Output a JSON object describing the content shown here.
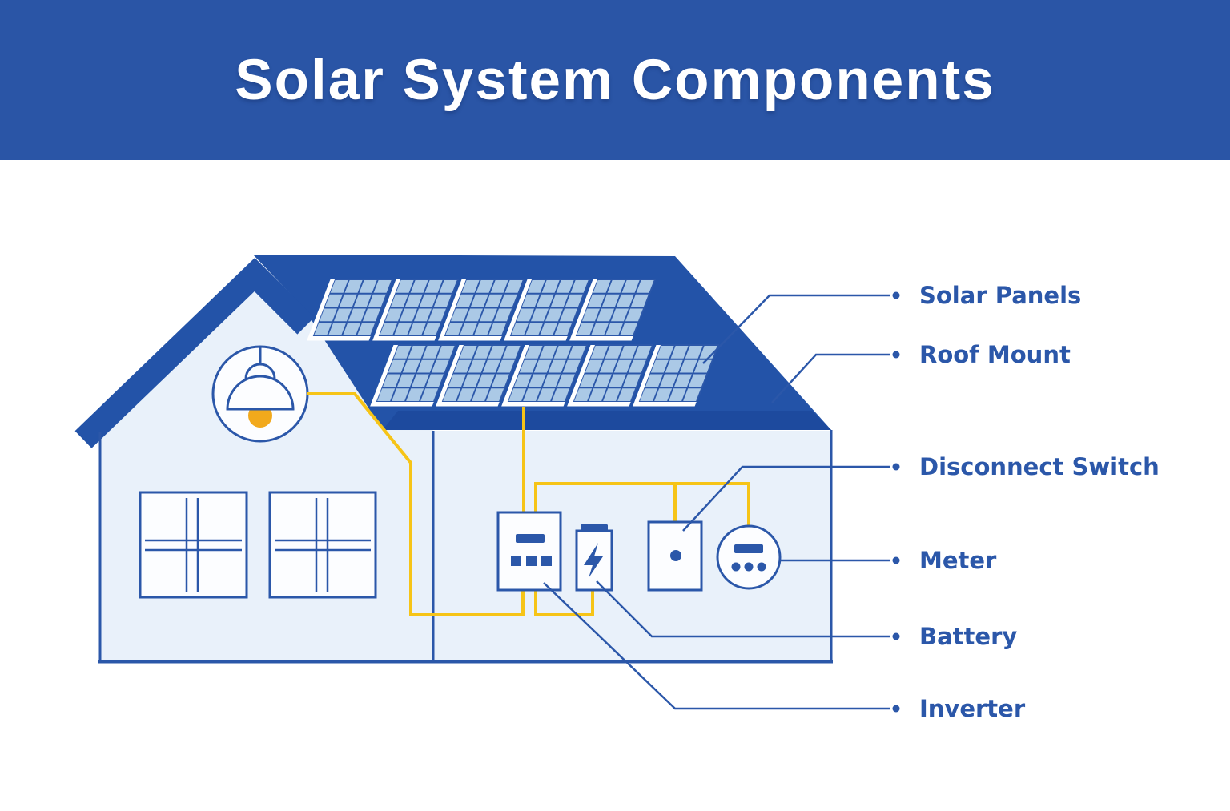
{
  "title": "Solar System Components",
  "labels": [
    {
      "id": "solar-panels",
      "text": "Solar Panels"
    },
    {
      "id": "roof-mount",
      "text": "Roof Mount"
    },
    {
      "id": "disconnect-switch",
      "text": "Disconnect Switch"
    },
    {
      "id": "meter",
      "text": "Meter"
    },
    {
      "id": "battery",
      "text": "Battery"
    },
    {
      "id": "inverter",
      "text": "Inverter"
    }
  ],
  "icons": {
    "pendant_lamp": "pendant-lamp-icon",
    "solar_panel": "solar-panel-icon",
    "inverter": "inverter-icon",
    "battery": "battery-icon",
    "disconnect_switch": "disconnect-switch-icon",
    "meter": "meter-icon"
  },
  "theme": {
    "header_bg": "#2a55a6",
    "primary_blue": "#2b57a9",
    "roof_blue": "#2353a8",
    "roof_shadow_blue": "#1d4a9e",
    "panel_cell_blue": "#abc9e6",
    "house_fill": "#e9f1fa",
    "wire_yellow": "#f6c417",
    "bulb_yellow": "#f2a91c",
    "text_on_header": "#ffffff"
  }
}
